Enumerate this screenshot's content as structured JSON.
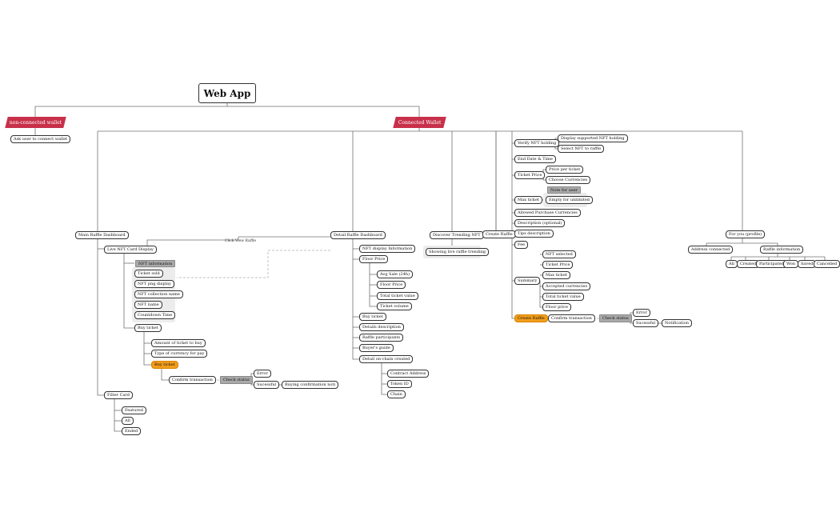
{
  "root": "Web App",
  "wallets": {
    "non_connected": "non-connected wallet",
    "connected": "Connected Wallet",
    "ask_user": "Ask user to connect wallet"
  },
  "main_raffle": {
    "title": "Main Raffle Dashboard",
    "live_card": "Live NFT Card Display",
    "click_view": "Click View Raffle",
    "nft_info_header": "NFT information",
    "nft_info": [
      "Ticket sold",
      "NFT png display",
      "NFT collection name",
      "NFT name",
      "Countdown Time"
    ],
    "buy_ticket": "Buy ticket",
    "buy_items": [
      "Amount of ticket to buy",
      "Type of currency for pay"
    ],
    "buy_ticket_action": "Buy ticket",
    "confirm": "Confirm transaction",
    "check_status": "Check status",
    "error": "Error",
    "success": "Sucessful",
    "buying_notif": "Buying confirmation noti",
    "filter_card": "Filter Card",
    "filters": [
      "Featured",
      "All",
      "Ended"
    ]
  },
  "detail_raffle": {
    "title": "Detail Raffle Dashboard",
    "nft_display": "NFT display Information",
    "floor_price": "Floor Price",
    "floor_items": [
      "Avg Sale (24h)",
      "Floor Price",
      "Total ticket value",
      "Ticket volume"
    ],
    "items": [
      "Buy ticket",
      "Details description",
      "Raffle participants",
      "Buyer's guide",
      "Detail on-chain created"
    ],
    "chain_items": [
      "Contract Address",
      "Token ID",
      "Chain"
    ]
  },
  "trending": {
    "title": "Discover Trending NFT",
    "showing": "Showing live raffle trending"
  },
  "create_raffle": {
    "title": "Create Raffle",
    "verify": "Verify NFT holding",
    "verify_items": [
      "Display supported NFT holding",
      "Select NFT to raffle"
    ],
    "end_date": "End Date & Time",
    "ticket_price": "Ticket Price",
    "ticket_price_items": [
      "Price per ticket",
      "Choose Currencies"
    ],
    "max_ticket": "Max ticket",
    "note_user": "Note for user",
    "empty_unlimited": "Empty for unlimited",
    "allowed": "Allowed Purchase Currencies",
    "description": "Description (optional)",
    "tips": "Tips description",
    "fee": "Fee",
    "summary": "Summary",
    "summary_items": [
      "NFT selected",
      "Ticket Price",
      "Max ticket",
      "Accepted currencies",
      "Total ticket value",
      "Floor price"
    ],
    "create_action": "Create Raffle",
    "confirm": "Confirm transaction",
    "check_status": "Check status",
    "error": "Error",
    "success": "Sucessful",
    "notification": "Notification"
  },
  "profile": {
    "title": "For you (profile)",
    "address": "Address connected",
    "raffle_info": "Raffle information",
    "tabs": [
      "All",
      "Created",
      "Participated",
      "Won",
      "Saved",
      "Cancelled"
    ]
  },
  "colors": {
    "banner": "#c8304a",
    "action": "#f29d1c",
    "status": "#a9a9a9",
    "connector": "#707070"
  }
}
